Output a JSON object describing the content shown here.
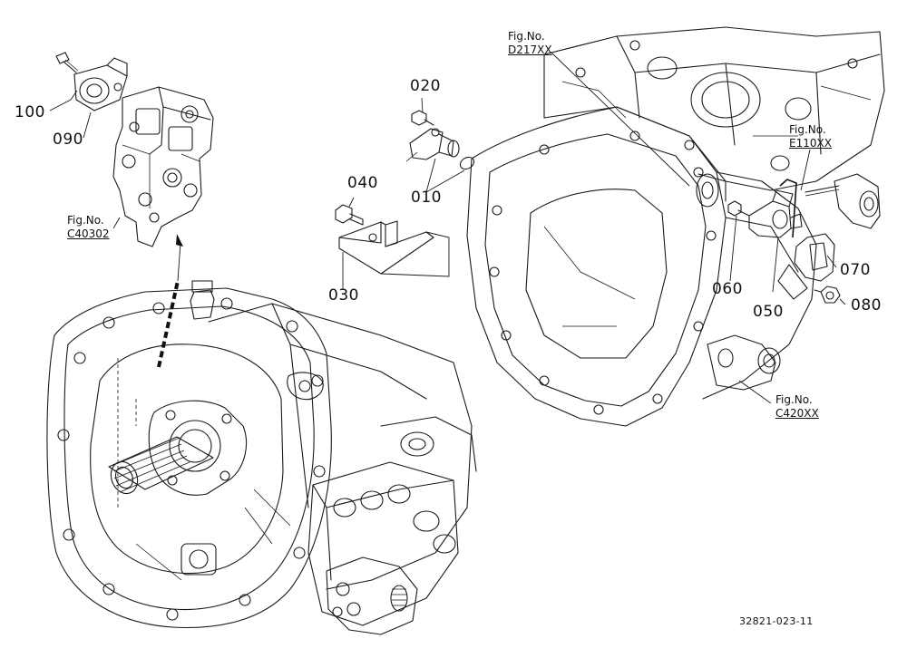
{
  "parts": {
    "p010": "010",
    "p020": "020",
    "p030": "030",
    "p040": "040",
    "p050": "050",
    "p060": "060",
    "p070": "070",
    "p080": "080",
    "p090": "090",
    "p100": "100"
  },
  "fig_refs": {
    "c40302": {
      "heading": "Fig.No.",
      "code": "C40302"
    },
    "d217": {
      "heading": "Fig.No.",
      "code": "D217XX"
    },
    "e110": {
      "heading": "Fig.No.",
      "code": "E110XX"
    },
    "c420": {
      "heading": "Fig.No.",
      "code": "C420XX"
    }
  },
  "document_id": "32821-023-11"
}
